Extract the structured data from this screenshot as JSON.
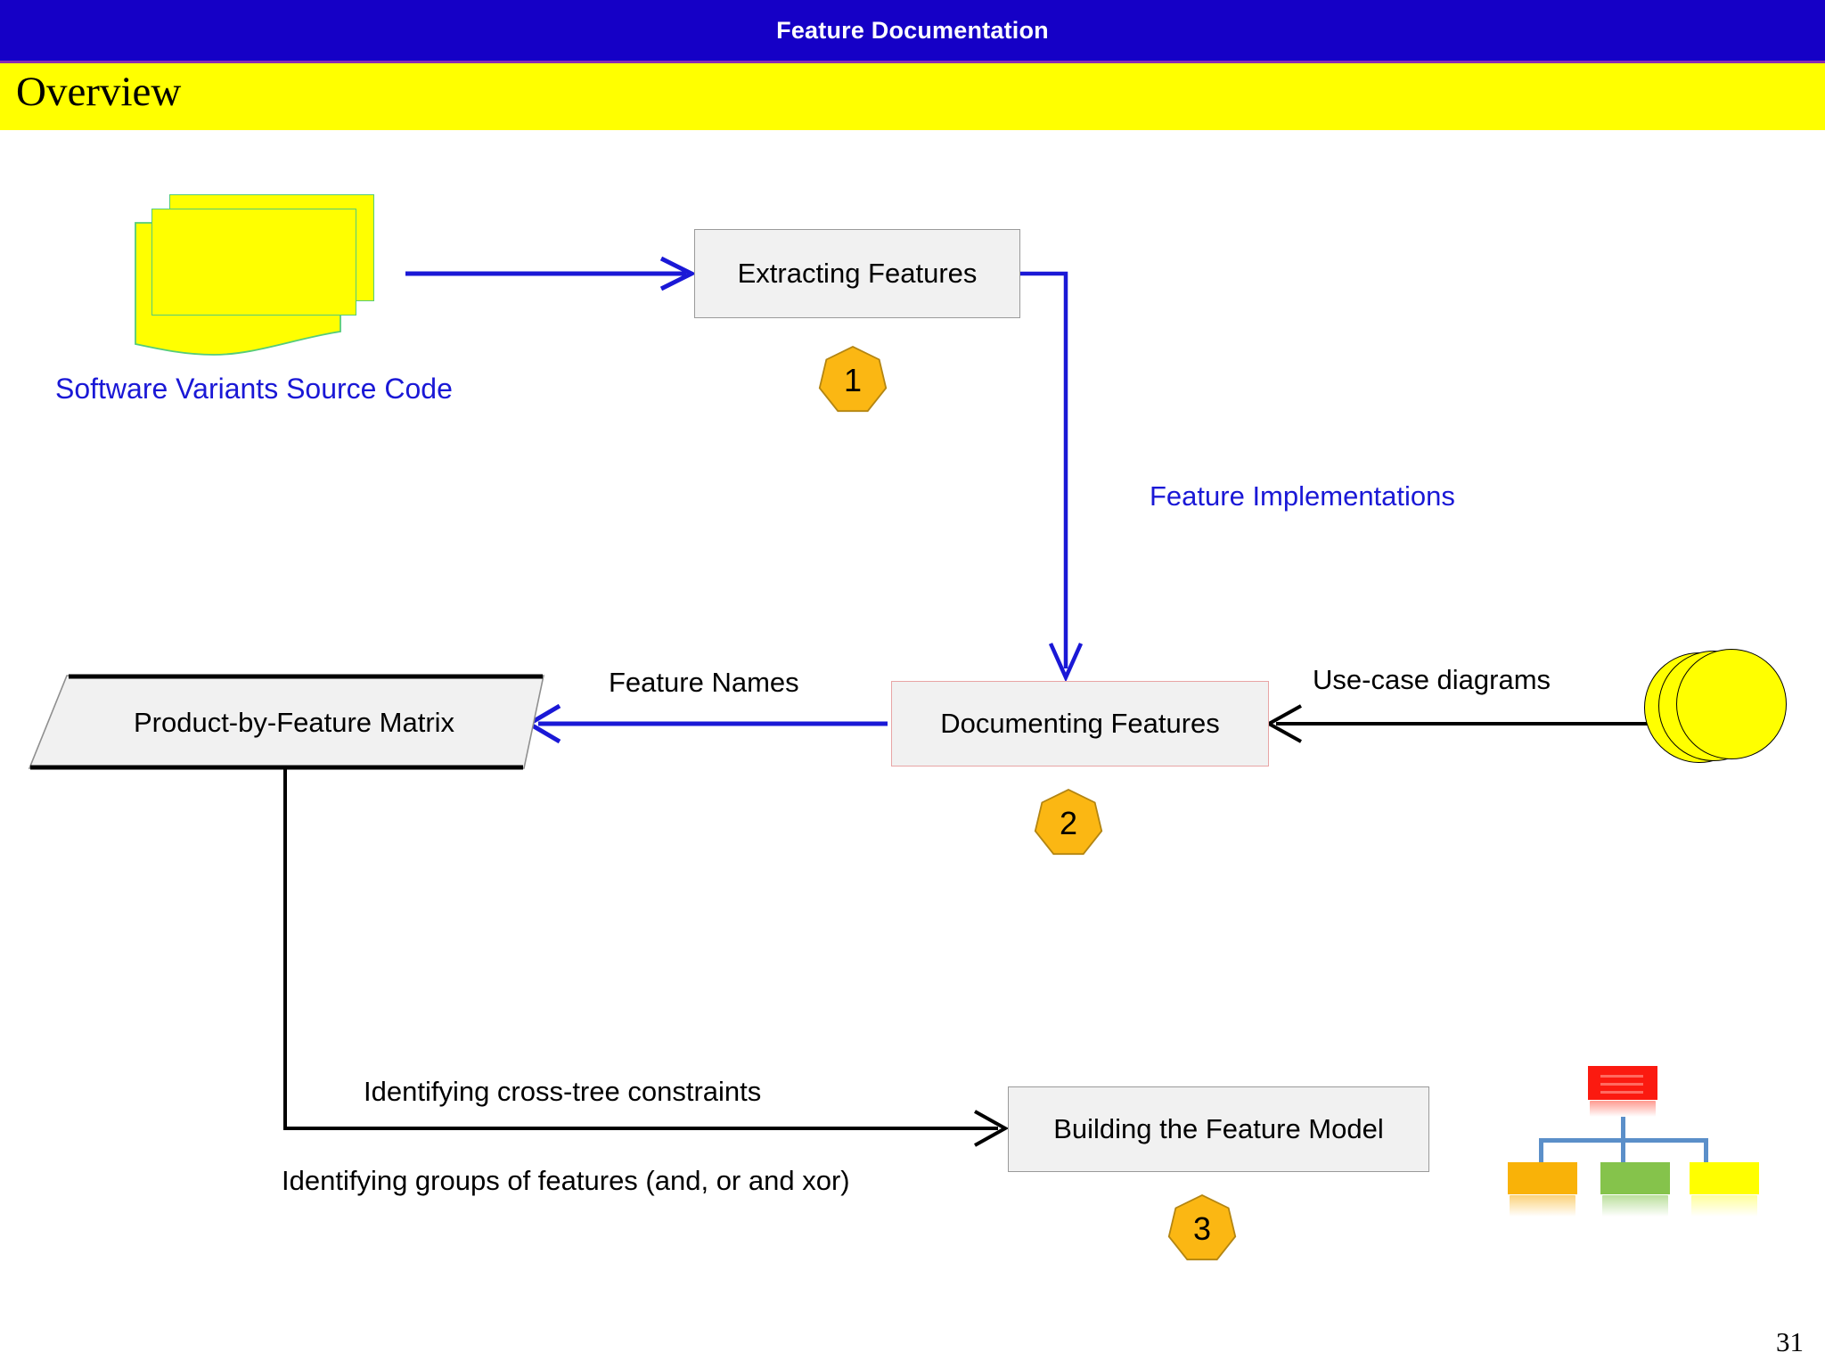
{
  "header": {
    "title": "Feature Documentation",
    "section": "Overview",
    "title_bar_color": "#1500c6",
    "section_bar_color": "#ffff00",
    "divider_color": "#8a2bb0"
  },
  "diagram": {
    "artifacts": {
      "source_code_label": "Software Variants Source Code",
      "source_code_label_color": "#1a18d6",
      "matrix_label": "Product-by-Feature Matrix",
      "usecase_source_name": "usecase-disk-stack",
      "feature_model_thumb_name": "feature-model-tree-thumbnail"
    },
    "steps": [
      {
        "label": "Extracting Features",
        "badge": "1",
        "border_color": "#9a9a9a",
        "fill": "#f1f1f1"
      },
      {
        "label": "Documenting Features",
        "badge": "2",
        "border_color": "#e8a5a5",
        "fill": "#f1f1f1"
      },
      {
        "label": "Building the Feature Model",
        "badge": "3",
        "border_color": "#9a9a9a",
        "fill": "#f1f1f1"
      }
    ],
    "badge_color": "#fbb713",
    "edge_labels": {
      "feature_implementations": "Feature Implementations",
      "feature_names": "Feature Names",
      "use_case_diagrams": "Use-case diagrams",
      "cross_tree": "Identifying cross-tree constraints",
      "groups": "Identifying groups of features (and, or and xor)"
    },
    "wire_colors": {
      "blue": "#1a18d6",
      "black": "#000000"
    }
  },
  "footer": {
    "page_number": "31"
  }
}
